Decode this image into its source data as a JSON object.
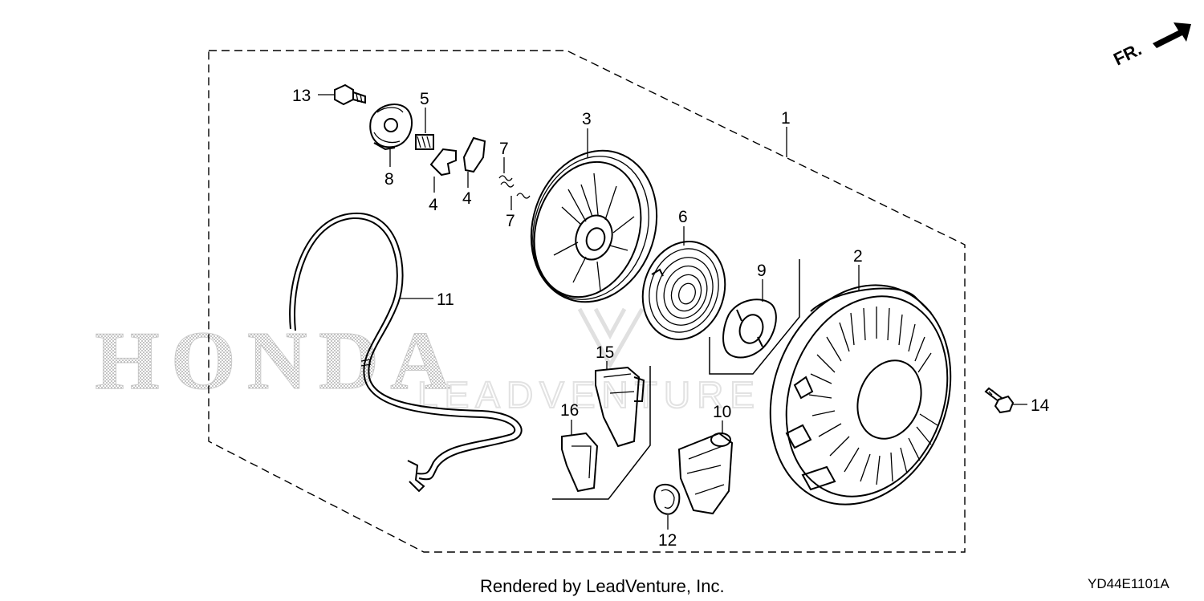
{
  "watermark": {
    "brand": "HONDA",
    "brand2": "LEADVENTURE"
  },
  "orientation": {
    "label": "FR."
  },
  "callouts": [
    {
      "id": "c1",
      "text": "1"
    },
    {
      "id": "c2",
      "text": "2"
    },
    {
      "id": "c3",
      "text": "3"
    },
    {
      "id": "c4a",
      "text": "4"
    },
    {
      "id": "c4b",
      "text": "4"
    },
    {
      "id": "c5",
      "text": "5"
    },
    {
      "id": "c6",
      "text": "6"
    },
    {
      "id": "c7a",
      "text": "7"
    },
    {
      "id": "c7b",
      "text": "7"
    },
    {
      "id": "c8",
      "text": "8"
    },
    {
      "id": "c9",
      "text": "9"
    },
    {
      "id": "c10",
      "text": "10"
    },
    {
      "id": "c11",
      "text": "11"
    },
    {
      "id": "c12",
      "text": "12"
    },
    {
      "id": "c13",
      "text": "13"
    },
    {
      "id": "c14",
      "text": "14"
    },
    {
      "id": "c15",
      "text": "15"
    },
    {
      "id": "c16",
      "text": "16"
    }
  ],
  "footer": {
    "credit": "Rendered by LeadVenture, Inc.",
    "diagram_code": "YD44E1101A"
  }
}
